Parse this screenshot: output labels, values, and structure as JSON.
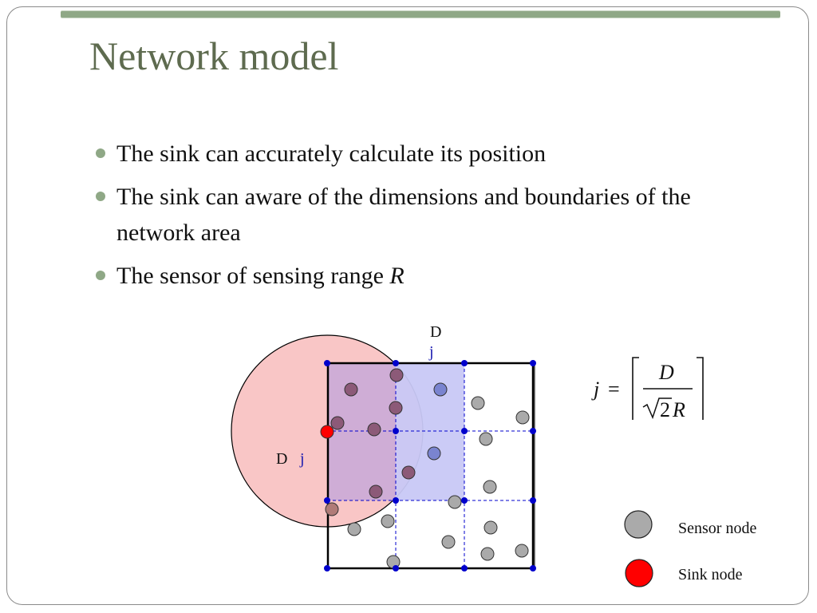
{
  "slide": {
    "title": "Network model",
    "bullets": [
      {
        "text": "The sink can accurately calculate its position",
        "italic_suffix": ""
      },
      {
        "text": "The sink can aware of the dimensions and boundaries of the network area",
        "italic_suffix": ""
      },
      {
        "text": "The sensor of sensing range ",
        "italic_suffix": "R"
      }
    ]
  },
  "diagram": {
    "top_label_d": "D",
    "top_label_j": "j",
    "side_label_d": "D",
    "side_label_j": "j",
    "formula": {
      "lhs": "j",
      "equals": "=",
      "numerator": "D",
      "sqrt_arg": "2",
      "denominator_var": "R"
    },
    "legend": [
      {
        "label": "Sensor node",
        "color": "#aaaaaa"
      },
      {
        "label": "Sink node",
        "color": "#ff0000"
      }
    ],
    "colors": {
      "sensing_circle_fill": "#f9c6c6",
      "highlight_cells_fill": "#c8c8f5",
      "grid_point": "#0000cc",
      "grid_line": "#0000cc",
      "label_blue": "#1a1ab0"
    }
  }
}
